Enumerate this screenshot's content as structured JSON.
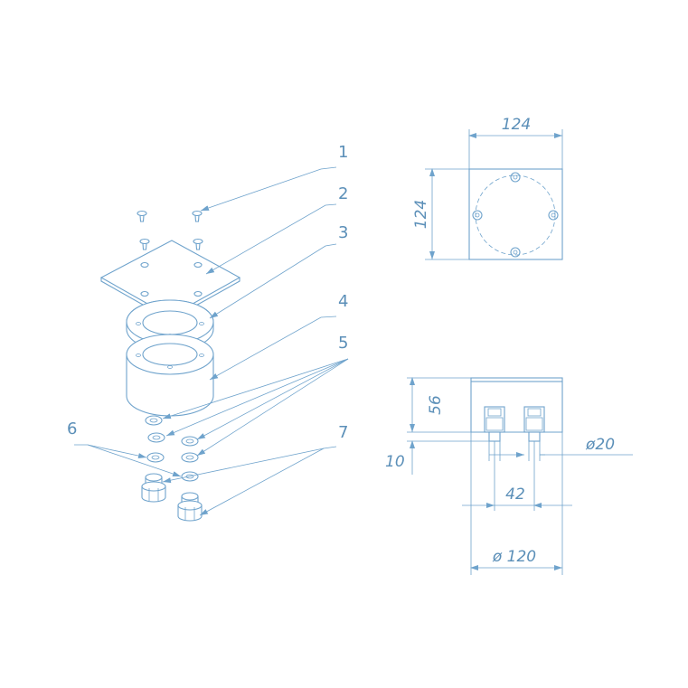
{
  "callouts": [
    "1",
    "2",
    "3",
    "4",
    "5",
    "6",
    "7"
  ],
  "top_view": {
    "width_dim": "124",
    "height_dim": "124"
  },
  "side_view": {
    "height_dim": "56",
    "offset_dim": "10",
    "pipe_dim": "ø20",
    "spacing_dim": "42",
    "diameter_dim": "ø 120"
  },
  "colors": {
    "line": "#6fa3cc",
    "text": "#5b8fb8",
    "background": "#ffffff"
  }
}
